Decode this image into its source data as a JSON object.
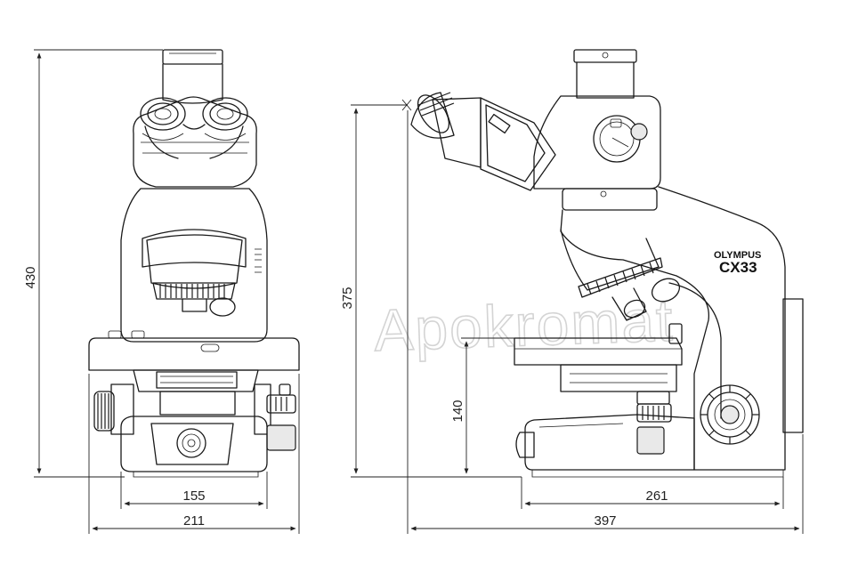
{
  "dimensions": {
    "front_height": "430",
    "side_height": "375",
    "stage_height": "140",
    "front_base_width": "155",
    "front_total_width": "211",
    "side_base_width": "261",
    "side_total_width": "397"
  },
  "brand": {
    "maker": "OLYMPUS",
    "model": "CX33"
  },
  "watermark": "Apokromat"
}
